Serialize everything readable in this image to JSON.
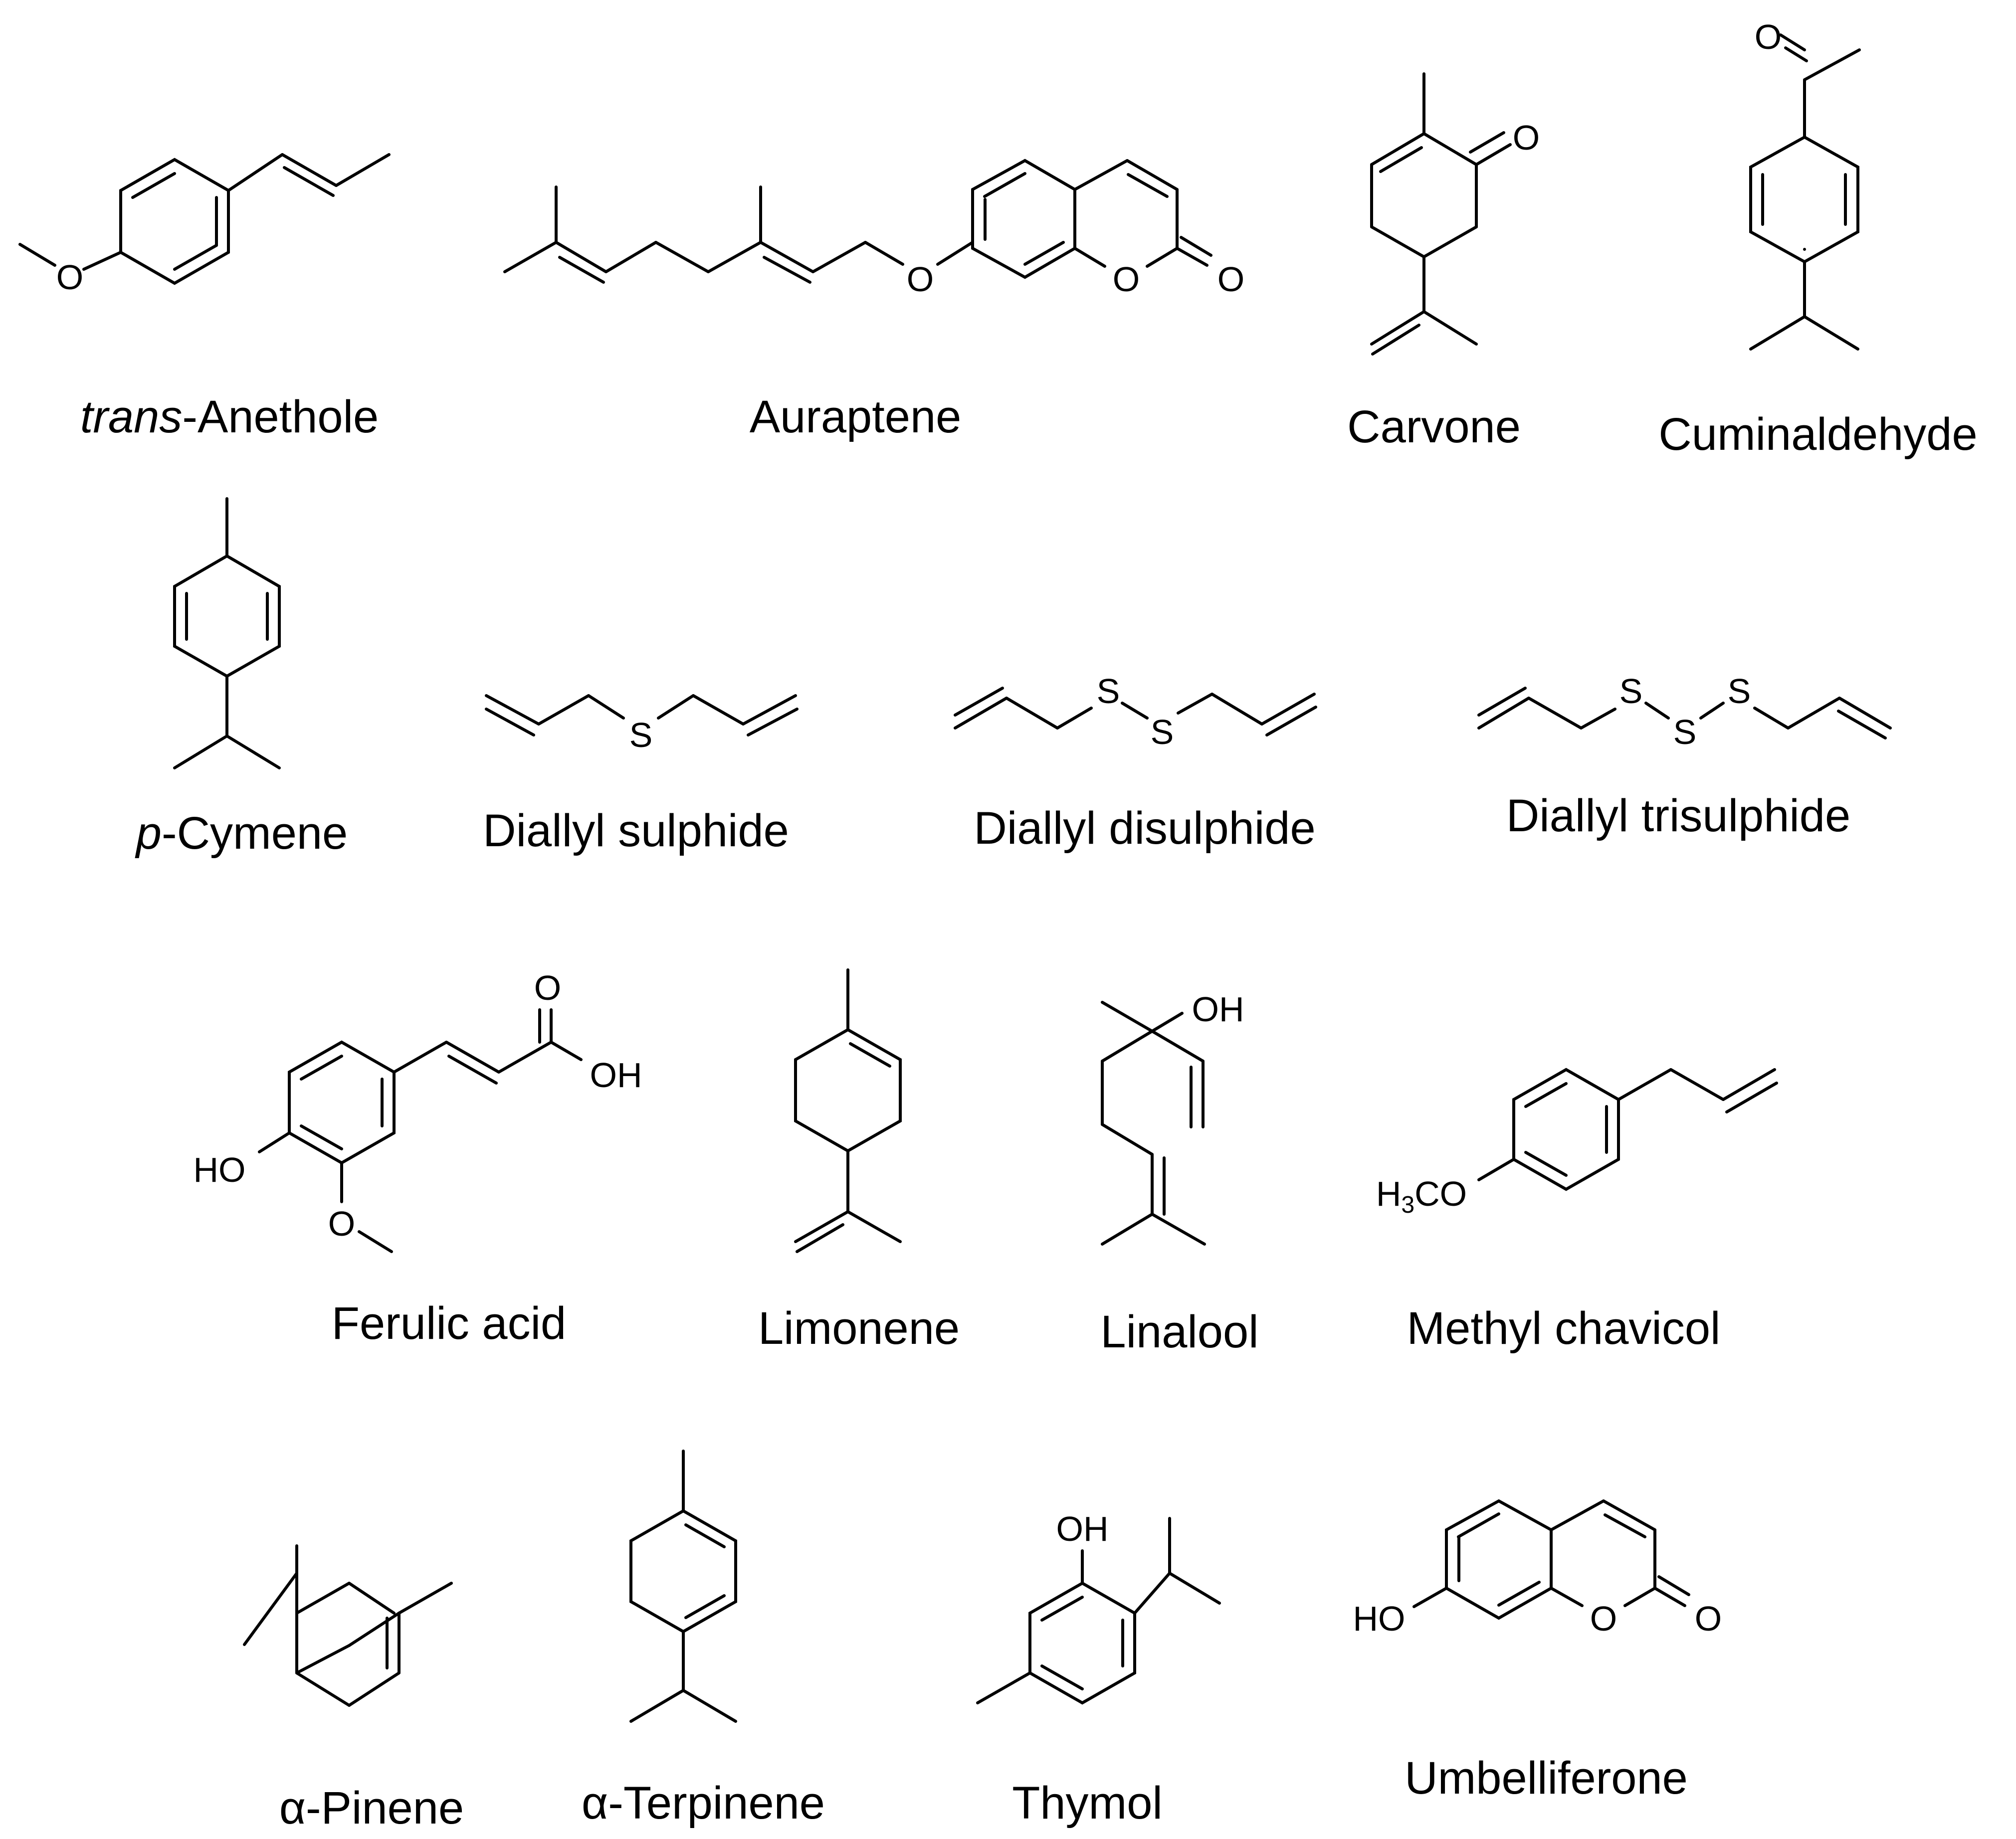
{
  "compounds": [
    {
      "id": "trans-anethole",
      "prefix": "trans",
      "name": "-Anethole",
      "atoms": [
        "O"
      ]
    },
    {
      "id": "auraptene",
      "name": "Auraptene",
      "atoms": [
        "O",
        "O",
        "O"
      ]
    },
    {
      "id": "carvone",
      "name": "Carvone",
      "atoms": [
        "O"
      ]
    },
    {
      "id": "cuminaldehyde",
      "name": "Cuminaldehyde",
      "atoms": [
        "O"
      ]
    },
    {
      "id": "p-cymene",
      "prefix": "p",
      "name": "-Cymene",
      "atoms": []
    },
    {
      "id": "diallyl-sulphide",
      "name": "Diallyl sulphide",
      "atoms": [
        "S"
      ]
    },
    {
      "id": "diallyl-disulphide",
      "name": "Diallyl disulphide",
      "atoms": [
        "S",
        "S"
      ]
    },
    {
      "id": "diallyl-trisulphide",
      "name": "Diallyl trisulphide",
      "atoms": [
        "S",
        "S",
        "S"
      ]
    },
    {
      "id": "ferulic-acid",
      "name": "Ferulic acid",
      "atoms": [
        "O",
        "OH",
        "HO",
        "O"
      ]
    },
    {
      "id": "limonene",
      "name": "Limonene",
      "atoms": []
    },
    {
      "id": "linalool",
      "name": "Linalool",
      "atoms": [
        "OH"
      ]
    },
    {
      "id": "methyl-chavicol",
      "name": "Methyl chavicol",
      "atoms": [
        "H3CO"
      ]
    },
    {
      "id": "alpha-pinene",
      "prefix": "α",
      "name": "-Pinene",
      "atoms": []
    },
    {
      "id": "alpha-terpinene",
      "prefix": "α",
      "name": "-Terpinene",
      "atoms": []
    },
    {
      "id": "thymol",
      "name": "Thymol",
      "atoms": [
        "OH"
      ]
    },
    {
      "id": "umbelliferone",
      "name": "Umbelliferone",
      "atoms": [
        "HO",
        "O",
        "O"
      ]
    }
  ]
}
